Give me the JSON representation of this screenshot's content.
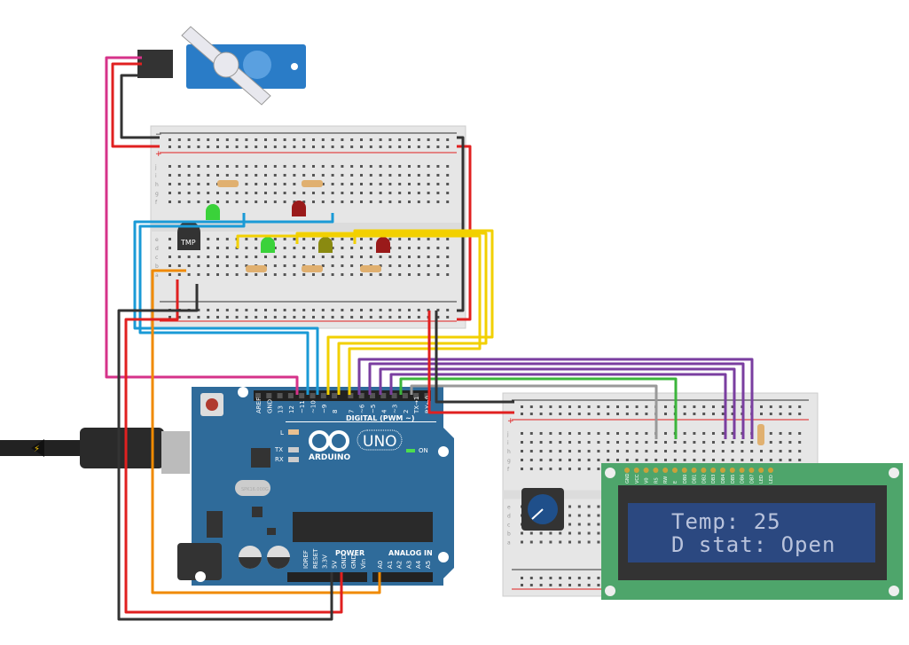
{
  "lcd": {
    "line1": "Temp: 25",
    "line2": "D stat: Open",
    "pins": [
      "GND",
      "VCC",
      "V0",
      "RS",
      "RW",
      "E",
      "DB0",
      "DB1",
      "DB2",
      "DB3",
      "DB4",
      "DB5",
      "DB6",
      "DB7",
      "LED",
      "LED"
    ]
  },
  "arduino": {
    "brand": "ARDUINO",
    "model": "UNO",
    "digital_label": "DIGITAL (PWM ~)",
    "power_label": "POWER",
    "analog_label": "ANALOG IN",
    "led_l": "L",
    "led_tx": "TX",
    "led_rx": "RX",
    "led_on": "ON",
    "crystal": "SPK16.000G",
    "digital_pins": [
      "AREF",
      "GND",
      "13",
      "12",
      "~11",
      "~10",
      "~9",
      "8",
      "7",
      "~6",
      "~5",
      "4",
      "~3",
      "2",
      "TX→1",
      "RX←0"
    ],
    "power_pins": [
      "IOREF",
      "RESET",
      "3.3V",
      "5V",
      "GND",
      "GND",
      "Vin"
    ],
    "analog_pins": [
      "A0",
      "A1",
      "A2",
      "A3",
      "A4",
      "A5"
    ]
  },
  "sensor": {
    "label": "TMP"
  },
  "breadboard": {
    "row_letters_top": [
      "j",
      "i",
      "h",
      "g",
      "f"
    ],
    "row_letters_bottom": [
      "e",
      "d",
      "c",
      "b",
      "a"
    ],
    "rail_plus": "+",
    "rail_minus": "−"
  },
  "colors": {
    "board": "#2f6b9a",
    "lcd_pcb": "#4ea56b",
    "lcd_screen": "#2b4880",
    "servo": "#2a7cc7",
    "wire_red": "#e02020",
    "wire_black": "#333333",
    "wire_blue": "#1a9ad6",
    "wire_yellow": "#f2d000",
    "wire_purple": "#7a3ea0",
    "wire_green": "#3bb53b",
    "wire_pink": "#d6338a",
    "wire_orange": "#f08a00",
    "wire_gray": "#999999"
  }
}
